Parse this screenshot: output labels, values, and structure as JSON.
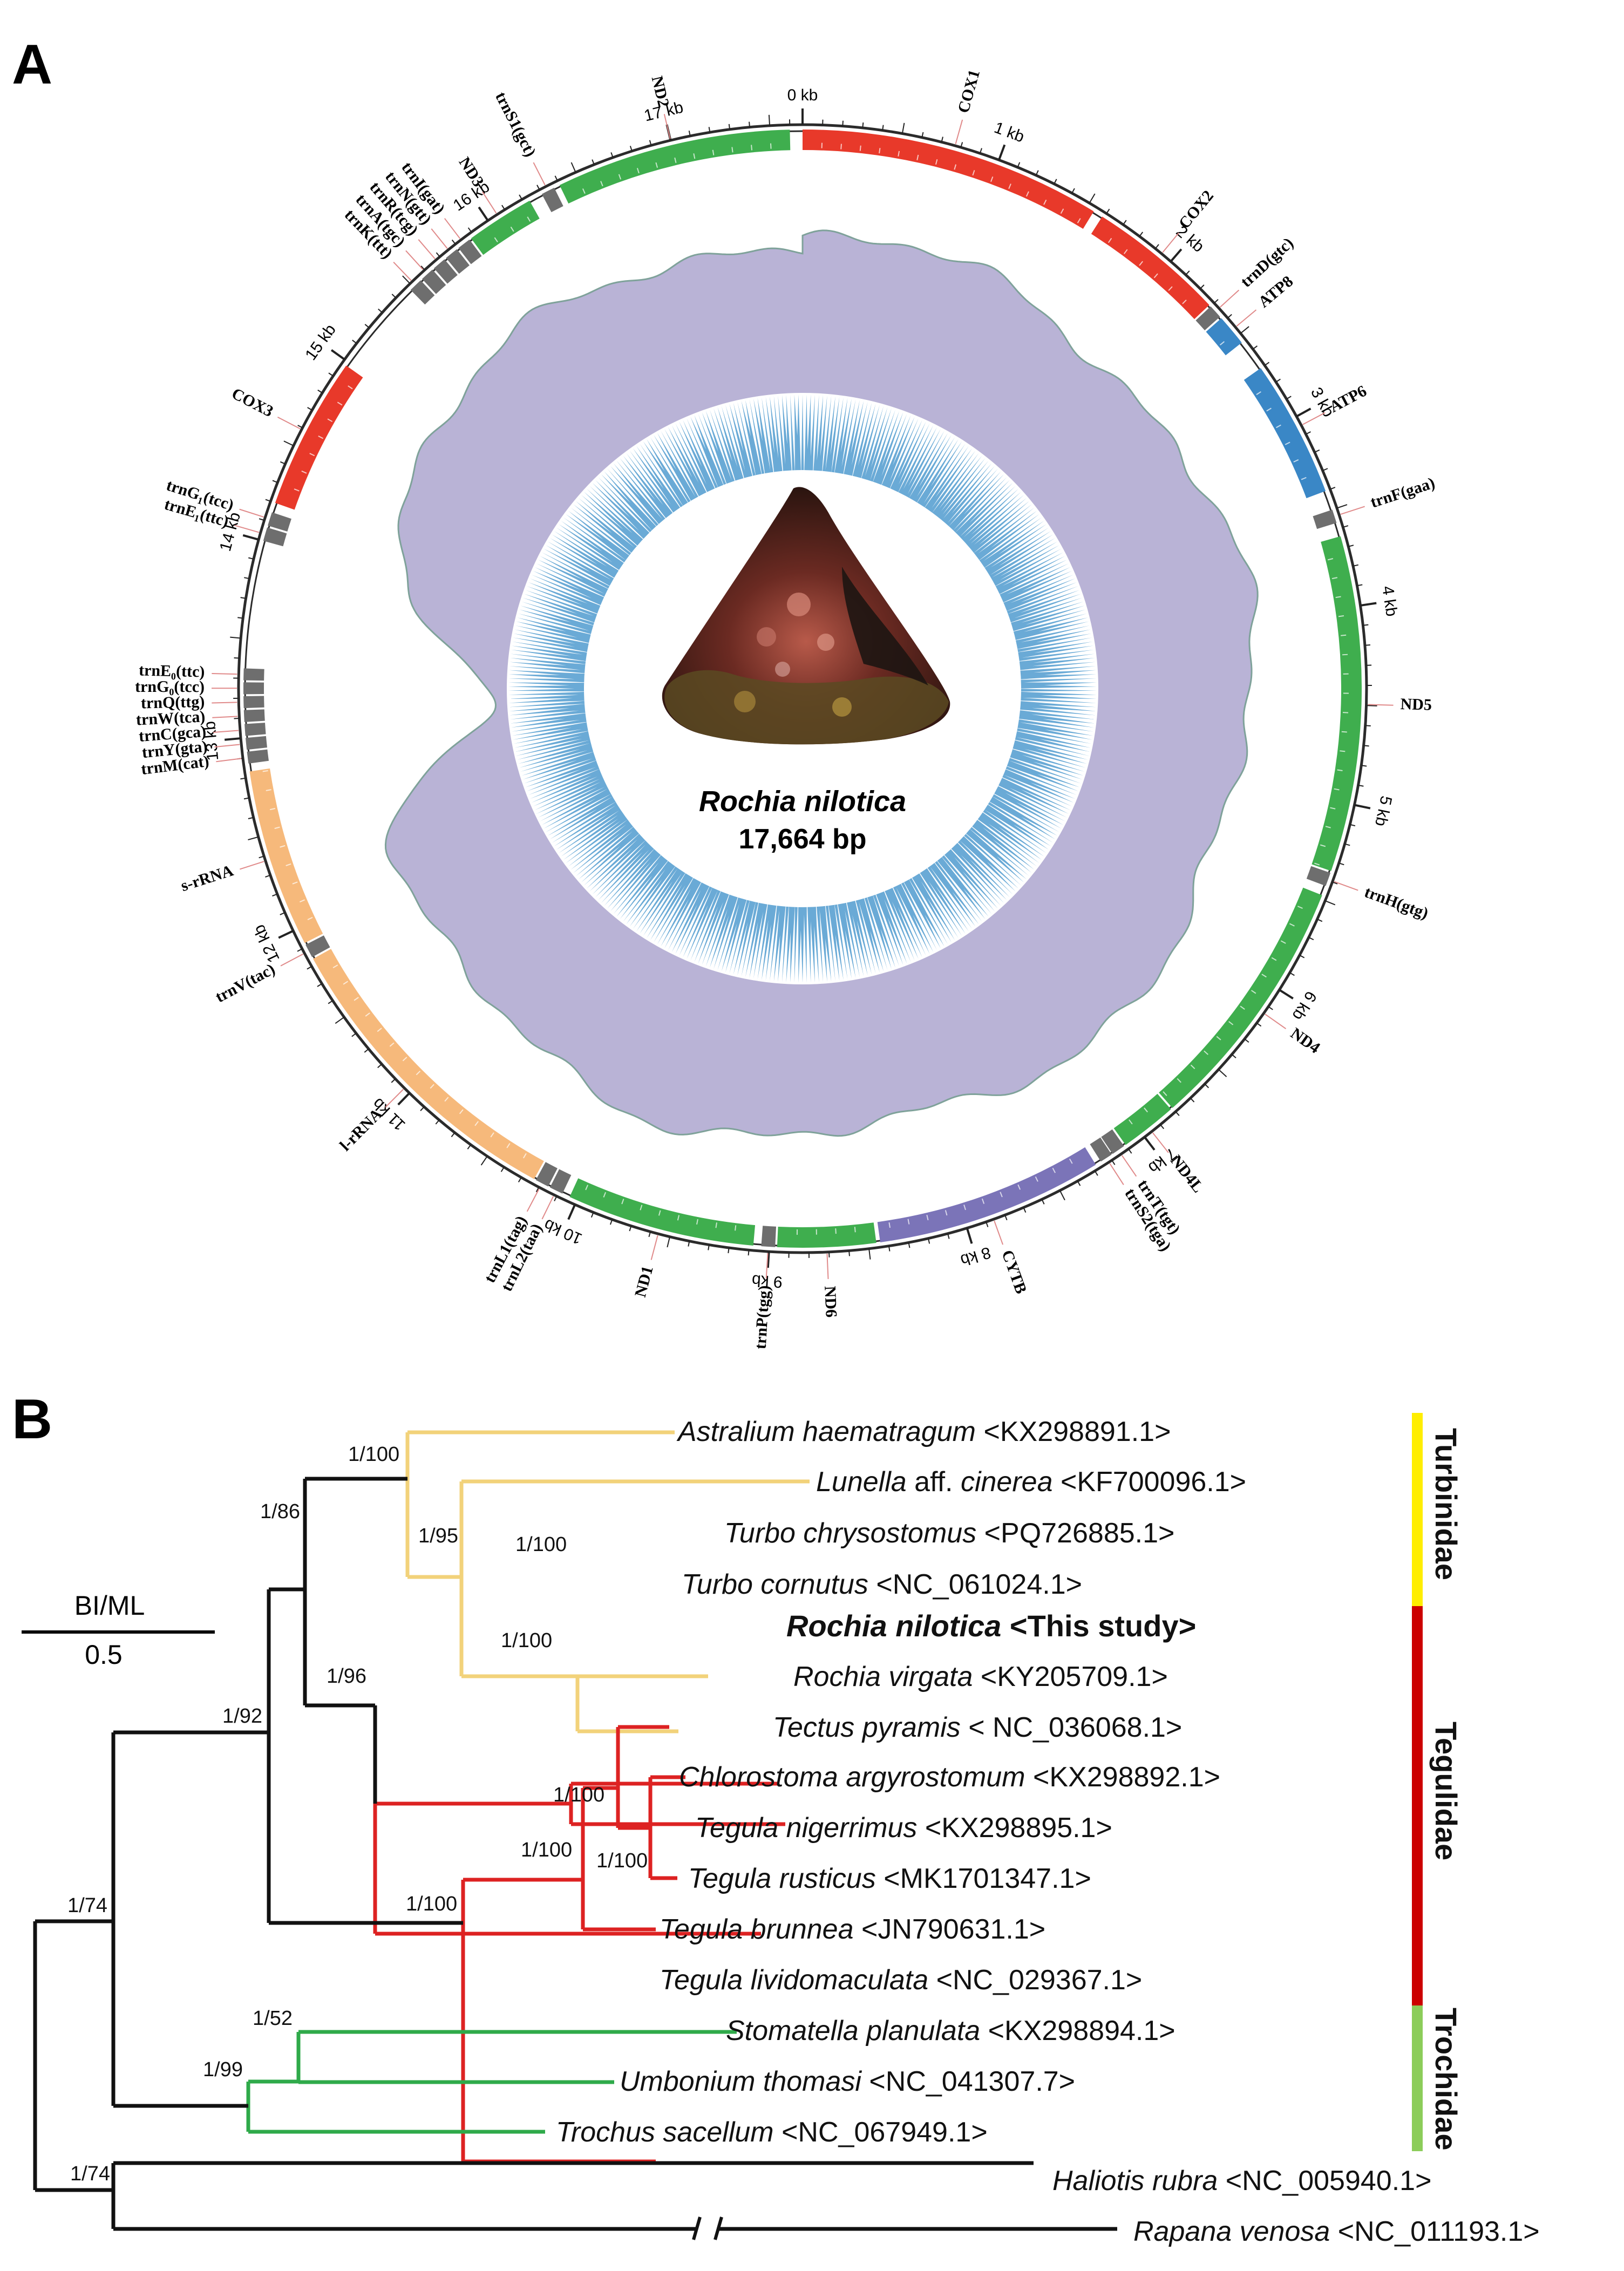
{
  "panel_a": {
    "label": "A",
    "species": "Rochia nilotica",
    "length": "17,664 bp",
    "genome_length": 17664,
    "kb_ticks": [
      "0 kb",
      "1 kb",
      "2 kb",
      "3 kb",
      "4 kb",
      "5 kb",
      "6 kb",
      "7 kb",
      "8 kb",
      "9 kb",
      "10 kb",
      "11 kb",
      "12 kb",
      "13 kb",
      "14 kb",
      "15 kb",
      "16 kb",
      "17 kb"
    ],
    "colors": {
      "cox": "#e8392a",
      "nd": "#3fae4e",
      "atp": "#3a87c6",
      "cytb": "#7b74b8",
      "rrna": "#f6b97b",
      "trna": "#6e6e6e",
      "gc_content": "#b9b3d6",
      "gc_skew": "#6aaad6"
    },
    "genes": [
      {
        "name": "COX1",
        "start": 0,
        "end": 1540,
        "type": "cox"
      },
      {
        "name": "COX2",
        "start": 1590,
        "end": 2290,
        "type": "cox"
      },
      {
        "name": "trnD(gtc)",
        "start": 2300,
        "end": 2370,
        "type": "trna"
      },
      {
        "name": "ATP8",
        "start": 2380,
        "end": 2540,
        "type": "atp"
      },
      {
        "name": "ATP6",
        "start": 2700,
        "end": 3400,
        "type": "atp"
      },
      {
        "name": "trnF(gaa)",
        "start": 3500,
        "end": 3570,
        "type": "trna"
      },
      {
        "name": "ND5",
        "start": 3640,
        "end": 5350,
        "type": "nd"
      },
      {
        "name": "trnH(gtg)",
        "start": 5360,
        "end": 5430,
        "type": "trna"
      },
      {
        "name": "ND4",
        "start": 5480,
        "end": 6800,
        "type": "nd"
      },
      {
        "name": "ND4L",
        "start": 6810,
        "end": 7100,
        "type": "nd"
      },
      {
        "name": "trnT(tgt)",
        "start": 7110,
        "end": 7180,
        "type": "trna"
      },
      {
        "name": "trnS2(tga)",
        "start": 7185,
        "end": 7250,
        "type": "trna"
      },
      {
        "name": "CYTB",
        "start": 7280,
        "end": 8440,
        "type": "cytb"
      },
      {
        "name": "ND6",
        "start": 8460,
        "end": 8960,
        "type": "nd"
      },
      {
        "name": "trnP(tgg)",
        "start": 8970,
        "end": 9040,
        "type": "trna"
      },
      {
        "name": "ND1",
        "start": 9080,
        "end": 10040,
        "type": "nd"
      },
      {
        "name": "trnL2(taa)",
        "start": 10080,
        "end": 10150,
        "type": "trna"
      },
      {
        "name": "trnL1(tag)",
        "start": 10160,
        "end": 10230,
        "type": "trna"
      },
      {
        "name": "l-rRNA",
        "start": 10240,
        "end": 11830,
        "type": "rrna"
      },
      {
        "name": "trnV(tac)",
        "start": 11840,
        "end": 11910,
        "type": "trna"
      },
      {
        "name": "s-rRNA",
        "start": 11920,
        "end": 12830,
        "type": "rrna"
      },
      {
        "name": "trnM(cat)",
        "start": 12870,
        "end": 12930,
        "type": "trna"
      },
      {
        "name": "trnY(gta)",
        "start": 12940,
        "end": 13000,
        "type": "trna"
      },
      {
        "name": "trnC(gca)",
        "start": 13010,
        "end": 13070,
        "type": "trna"
      },
      {
        "name": "trnW(tca)",
        "start": 13080,
        "end": 13140,
        "type": "trna"
      },
      {
        "name": "trnQ(ttg)",
        "start": 13150,
        "end": 13210,
        "type": "trna"
      },
      {
        "name": "trnG₀(tcc)",
        "start": 13220,
        "end": 13280,
        "type": "trna"
      },
      {
        "name": "trnE₀(ttc)",
        "start": 13290,
        "end": 13350,
        "type": "trna"
      },
      {
        "name": "trnE₁(ttc)",
        "start": 14000,
        "end": 14070,
        "type": "trna"
      },
      {
        "name": "trnG₁(tcc)",
        "start": 14080,
        "end": 14150,
        "type": "trna"
      },
      {
        "name": "COX3",
        "start": 14200,
        "end": 14980,
        "type": "cox"
      },
      {
        "name": "trnK(ttt)",
        "start": 15480,
        "end": 15550,
        "type": "trna"
      },
      {
        "name": "trnA(tgc)",
        "start": 15560,
        "end": 15630,
        "type": "trna"
      },
      {
        "name": "trnR(tcg)",
        "start": 15640,
        "end": 15710,
        "type": "trna"
      },
      {
        "name": "trnN(gtt)",
        "start": 15720,
        "end": 15790,
        "type": "trna"
      },
      {
        "name": "trnI(gat)",
        "start": 15800,
        "end": 15870,
        "type": "trna"
      },
      {
        "name": "ND3",
        "start": 15880,
        "end": 16230,
        "type": "nd"
      },
      {
        "name": "trnS1(gct)",
        "start": 16300,
        "end": 16370,
        "type": "trna"
      },
      {
        "name": "ND2",
        "start": 16400,
        "end": 17600,
        "type": "nd"
      }
    ]
  },
  "panel_b": {
    "label": "B",
    "legend_title": "BI/ML",
    "scale_value": "0.5",
    "families": [
      {
        "name": "Turbinidae",
        "color": "#ffee00"
      },
      {
        "name": "Tegulidae",
        "color": "#cc0000"
      },
      {
        "name": "Trochidae",
        "color": "#8ccd5a"
      }
    ],
    "taxa": [
      {
        "species": "Astralium haematragum",
        "acc": "<KX298891.1>"
      },
      {
        "species": "Lunella",
        "mid": "aff.",
        "species2": "cinerea",
        "acc": "<KF700096.1>"
      },
      {
        "species": "Turbo chrysostomus",
        "acc": "<PQ726885.1>"
      },
      {
        "species": "Turbo cornutus",
        "acc": "<NC_061024.1>"
      },
      {
        "species": "Rochia nilotica",
        "acc": "<This study>",
        "bold": true
      },
      {
        "species": "Rochia virgata",
        "acc": "<KY205709.1>"
      },
      {
        "species": "Tectus pyramis",
        "acc": "< NC_036068.1>"
      },
      {
        "species": "Chlorostoma argyrostomum",
        "acc": "<KX298892.1>"
      },
      {
        "species": "Tegula nigerrimus",
        "acc": "<KX298895.1>"
      },
      {
        "species": "Tegula rusticus",
        "acc": "<MK1701347.1>"
      },
      {
        "species": "Tegula brunnea",
        "acc": "<JN790631.1>"
      },
      {
        "species": "Tegula lividomaculata",
        "acc": "<NC_029367.1>"
      },
      {
        "species": "Stomatella planulata",
        "acc": "<KX298894.1>"
      },
      {
        "species": "Umbonium thomasi",
        "acc": "<NC_041307.7>"
      },
      {
        "species": "Trochus sacellum",
        "acc": "<NC_067949.1>"
      },
      {
        "species": "Haliotis rubra",
        "acc": "<NC_005940.1>"
      },
      {
        "species": "Rapana venosa",
        "acc": "<NC_011193.1>"
      }
    ],
    "support": [
      "1/100",
      "1/86",
      "1/95",
      "1/100",
      "1/100",
      "1/96",
      "1/92",
      "1/100",
      "1/100",
      "1/100",
      "1/100",
      "1/74",
      "1/52",
      "1/99",
      "1/74"
    ]
  }
}
